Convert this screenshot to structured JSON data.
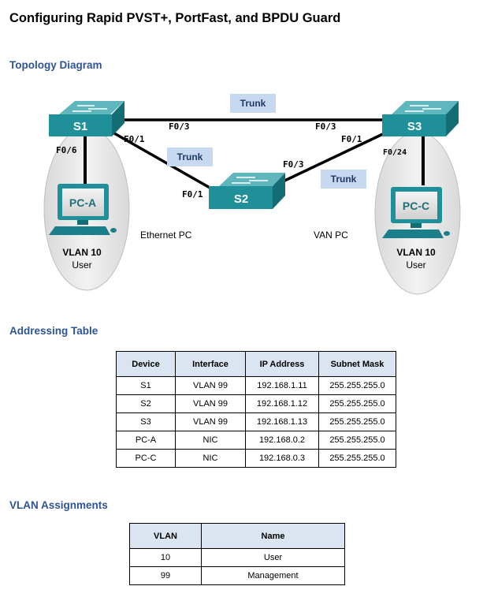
{
  "title": "Configuring Rapid PVST+, PortFast, and BPDU Guard",
  "sections": {
    "topology": "Topology Diagram",
    "addressing": "Addressing Table",
    "vlans": "VLAN Assignments"
  },
  "topology": {
    "switches": {
      "s1": "S1",
      "s2": "S2",
      "s3": "S3"
    },
    "pcs": {
      "pca": "PC-A",
      "pcc": "PC-C"
    },
    "trunk_label": "Trunk",
    "ports": {
      "s1_f03": "F0/3",
      "s1_f01": "F0/1",
      "s1_f06": "F0/6",
      "s3_f03": "F0/3",
      "s3_f01": "F0/1",
      "s3_f024": "F0/24",
      "s2_f01": "F0/1",
      "s2_f03": "F0/3"
    },
    "left_note": "Ethernet PC",
    "right_note": "VAN PC",
    "pca_vlan": "VLAN 10",
    "pca_vlan_name": "User",
    "pcc_vlan": "VLAN 10",
    "pcc_vlan_name": "User"
  },
  "addressing_table": {
    "headers": [
      "Device",
      "Interface",
      "IP Address",
      "Subnet Mask"
    ],
    "rows": [
      [
        "S1",
        "VLAN 99",
        "192.168.1.11",
        "255.255.255.0"
      ],
      [
        "S2",
        "VLAN 99",
        "192.168.1.12",
        "255.255.255.0"
      ],
      [
        "S3",
        "VLAN 99",
        "192.168.1.13",
        "255.255.255.0"
      ],
      [
        "PC-A",
        "NIC",
        "192.168.0.2",
        "255.255.255.0"
      ],
      [
        "PC-C",
        "NIC",
        "192.168.0.3",
        "255.255.255.0"
      ]
    ]
  },
  "vlan_table": {
    "headers": [
      "VLAN",
      "Name"
    ],
    "rows": [
      [
        "10",
        "User"
      ],
      [
        "99",
        "Management"
      ]
    ]
  },
  "colors": {
    "heading": "#2f5496",
    "switch": "#1f8f99",
    "trunk_box": "#c6d9f1",
    "header_fill": "#dbe5f1"
  }
}
